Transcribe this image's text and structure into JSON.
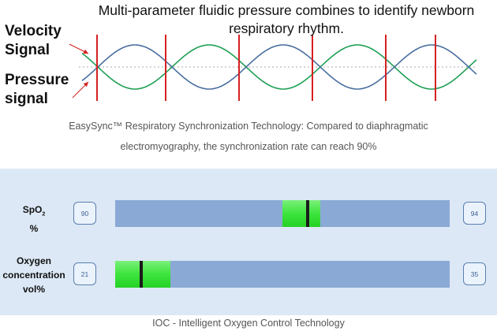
{
  "header": {
    "headline": "Multi-parameter fluidic pressure combines to identify newborn respiratory rhythm.",
    "velocity_label_line1": "Velocity",
    "velocity_label_line2": "Signal",
    "pressure_label_line1": "Pressure",
    "pressure_label_line2": "signal",
    "caption_line1": "EasySync™ Respiratory Synchronization Technology: Compared to diaphragmatic",
    "caption_line2": "electromyography, the synchronization rate can reach 90%"
  },
  "waveform": {
    "velocity_color": "#1fa055",
    "pressure_color": "#4a6fa0",
    "sync_marker_color": "#d62020",
    "arrow_color": "#d62020"
  },
  "controls": {
    "spo2": {
      "label_main": "SpO",
      "label_sub": "2",
      "label_unit": "%",
      "min_value": "90",
      "max_value": "94",
      "target_range": [
        92.0,
        92.45
      ],
      "current": 92.3
    },
    "oxygen": {
      "label_line1": "Oxygen",
      "label_line2": "concentration",
      "label_line3": "vol%",
      "min_value": "21",
      "max_value": "35",
      "target_range": [
        21,
        23.3
      ],
      "current": 22.1
    },
    "bar_color": "#8aa9d4",
    "target_color": "#3de43d",
    "marker_color": "#1b1b1b"
  },
  "footer": {
    "text": "IOC - Intelligent Oxygen Control Technology"
  }
}
